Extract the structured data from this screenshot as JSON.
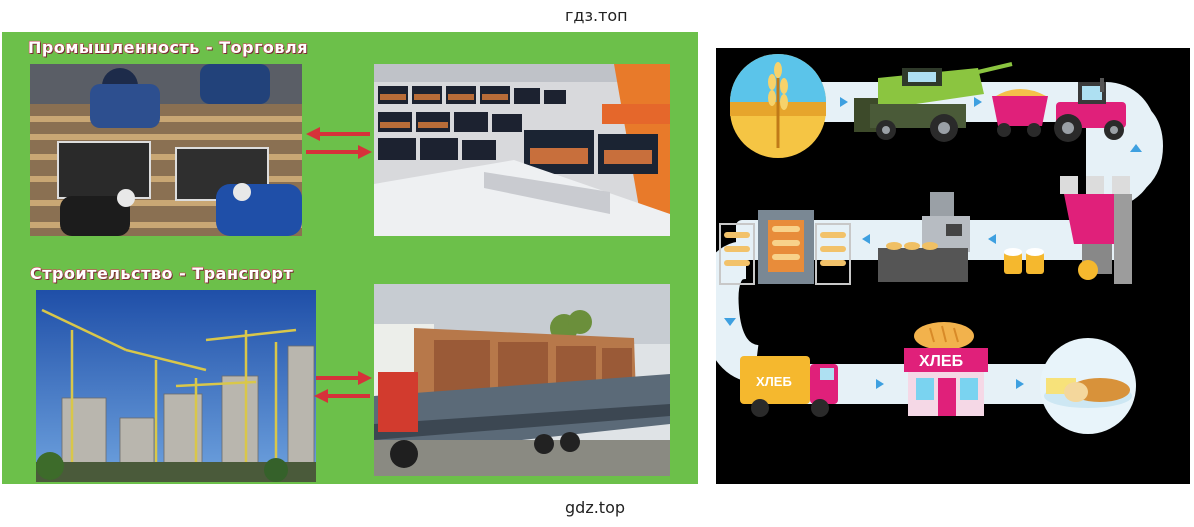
{
  "watermarks": {
    "top": "гдз.топ",
    "bottom": "gdz.top"
  },
  "left_panel": {
    "title_1": "Промышленность - Торговля",
    "title_2": "Строительство - Транспорт"
  },
  "right_panel": {
    "truck_label": "ХЛЕБ",
    "shop_label": "ХЛЕБ"
  }
}
